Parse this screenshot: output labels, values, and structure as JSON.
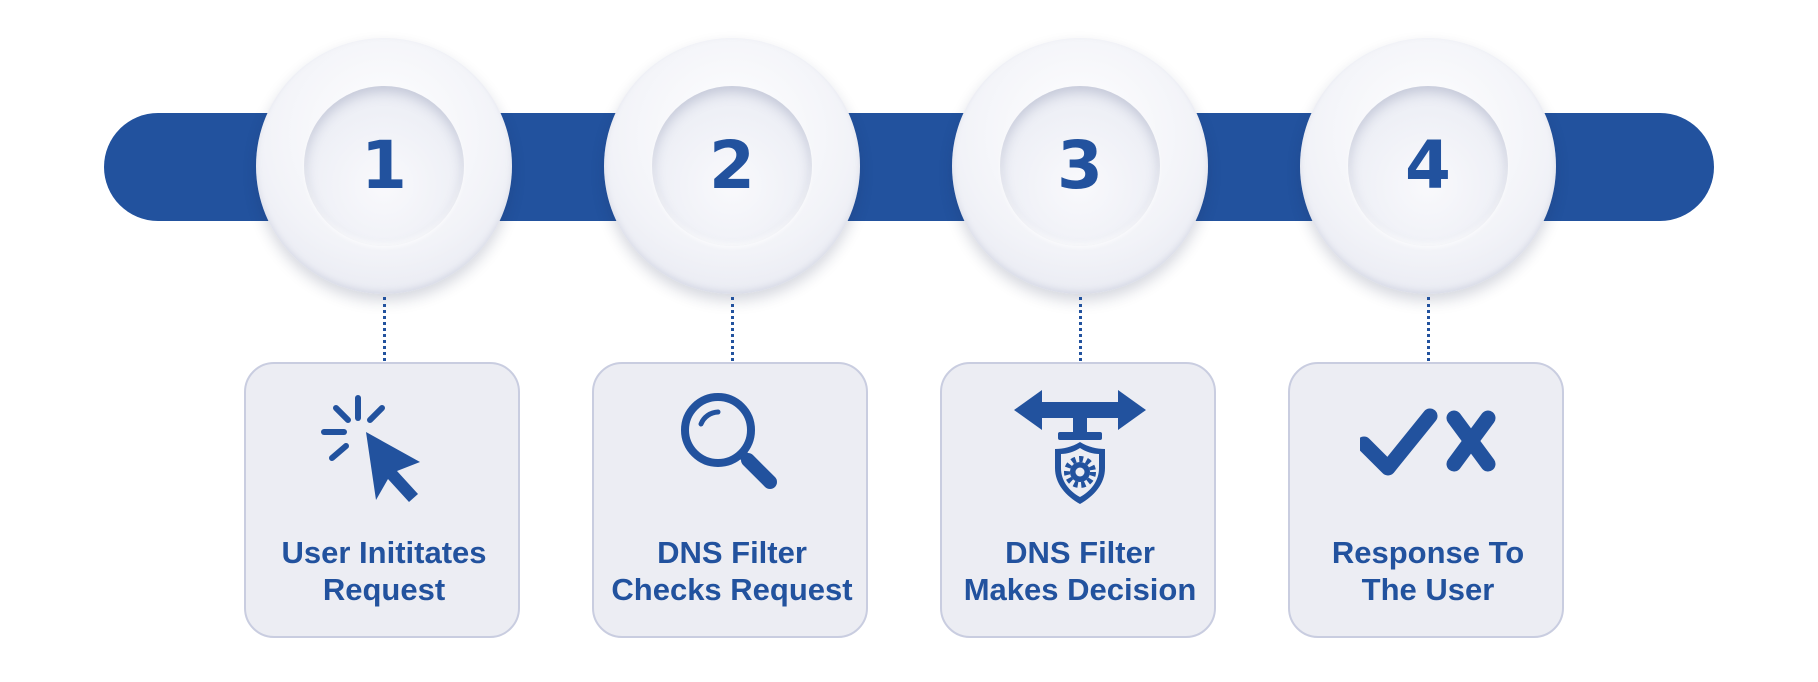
{
  "colors": {
    "accent": "#22529e",
    "card_background": "#ecedf3",
    "card_border": "#c9cde0",
    "circle": "#f2f3f8"
  },
  "steps": [
    {
      "number": "1",
      "icon": "cursor-click-icon",
      "label_lines": [
        "User Inititates",
        "Request"
      ]
    },
    {
      "number": "2",
      "icon": "magnifying-glass-icon",
      "label_lines": [
        "DNS Filter",
        "Checks Request"
      ]
    },
    {
      "number": "3",
      "icon": "split-arrow-shield-gear-icon",
      "label_lines": [
        "DNS Filter",
        "Makes Decision"
      ]
    },
    {
      "number": "4",
      "icon": "check-and-cross-icon",
      "label_lines": [
        "Response To",
        "The User"
      ]
    }
  ]
}
